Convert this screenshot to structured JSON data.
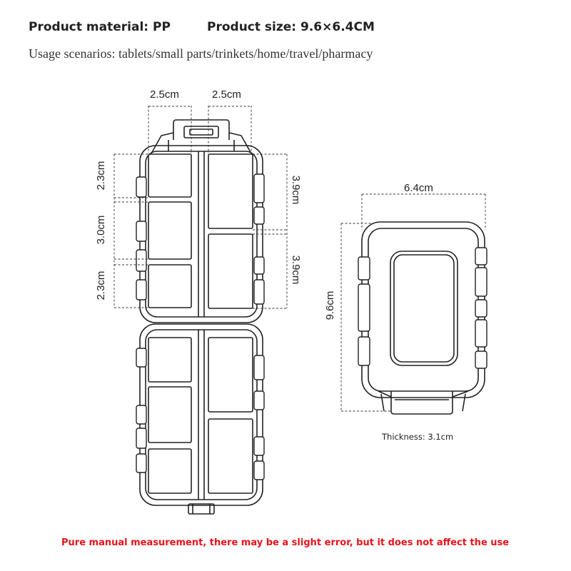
{
  "header": {
    "material": "Product material: PP",
    "size": "Product size: 9.6×6.4CM",
    "usage": "Usage scenarios: tablets/small parts/trinkets/home/travel/pharmacy"
  },
  "dimensions": {
    "top_left_width": "2.5cm",
    "top_right_width": "2.5cm",
    "left_top_height": "2.3cm",
    "left_mid_height": "3.0cm",
    "left_bottom_height": "2.3cm",
    "right_top_height": "3.9cm",
    "right_bottom_height": "3.9cm",
    "closed_width": "6.4cm",
    "closed_height": "9.6cm"
  },
  "thickness": "Thickness: 3.1cm",
  "disclaimer": "Pure manual measurement, there may be a slight error, but it does not affect the use",
  "colors": {
    "outline": "#222222",
    "disclaimer": "#e8131b"
  }
}
